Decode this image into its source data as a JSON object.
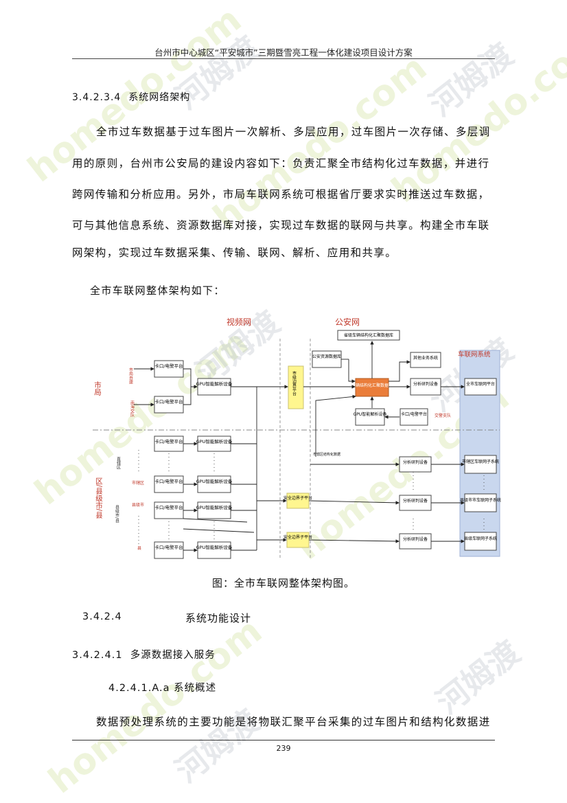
{
  "header": {
    "title": "台州市中心城区“平安城市”三期暨雪亮工程一体化建设项目设计方案"
  },
  "section_3_4_2_3_4": {
    "heading": "3.4.2.3.4  系统网络架构"
  },
  "paragraph1": {
    "lines": [
      "全市过车数据基于过车图片一次解析、多层应用，过车图片一次存储、多层调",
      "用的原则，台州市公安局的建设内容如下：负责汇聚全市结构化过车数据，并进行",
      "跨网传输和分析应用。另外，市局车联网系统可根据省厅要求实时推送过车数据，",
      "可与其他信息系统、资源数据库对接，实现过车数据的联网与共享。构建全市车联",
      "网架构，实现过车数据采集、传输、联网、解析、应用和共享。"
    ]
  },
  "intro_line": "全市车联网整体架构如下：",
  "diagram": {
    "zone_video": "视频网",
    "zone_police": "公安网",
    "zone_iov": "车联网系统",
    "label_city": "市局",
    "label_district": "区/县级市/县",
    "src_city_self": "市局自建",
    "src_traffic": "南海交队",
    "src_district": "直辖区",
    "src_municipal_district": "市辖区",
    "src_county_city": "县级市",
    "src_county_city_v": "县级市/县",
    "src_county": "县",
    "checkpoint": "卡口/电警平台",
    "gpu": "GPU智能解析设备",
    "boundary_city": "市级边界平台",
    "boundary_sub": "安全边界子平台",
    "boundary_sub2": "安全边界子平台",
    "provincial_db": "省级车辆结构化汇聚数据库",
    "public_resource_db": "公安资源数据库",
    "vehicle_db": "车辆结构化汇聚数据库",
    "other_business": "其他业务系统",
    "analysis": "分析研判设备",
    "city_platform": "全市车联网平台",
    "city_district_sub": "市辖区车联网子系统",
    "county_city_sub": "县级市市车联网子系统",
    "county_sub": "县级车联网子系统",
    "traffic_police": "交警支队",
    "note_district": "市辖区结构化数据"
  },
  "caption": "图：全市车联网整体架构图。",
  "section_3_4_2_4": {
    "number": "3.4.2.4",
    "title": "系统功能设计"
  },
  "section_3_4_2_4_1": "3.4.2.4.1  多源数据接入服务",
  "section_4_2_4_1_A_a": "4.2.4.1.A.a 系统概述",
  "paragraph2": "数据预处理系统的主要功能是将物联汇聚平台采集的过车图片和结构化数据进",
  "footer": {
    "page_number": "239"
  },
  "watermarks": [
    "homedo.com",
    "河姆渡"
  ]
}
